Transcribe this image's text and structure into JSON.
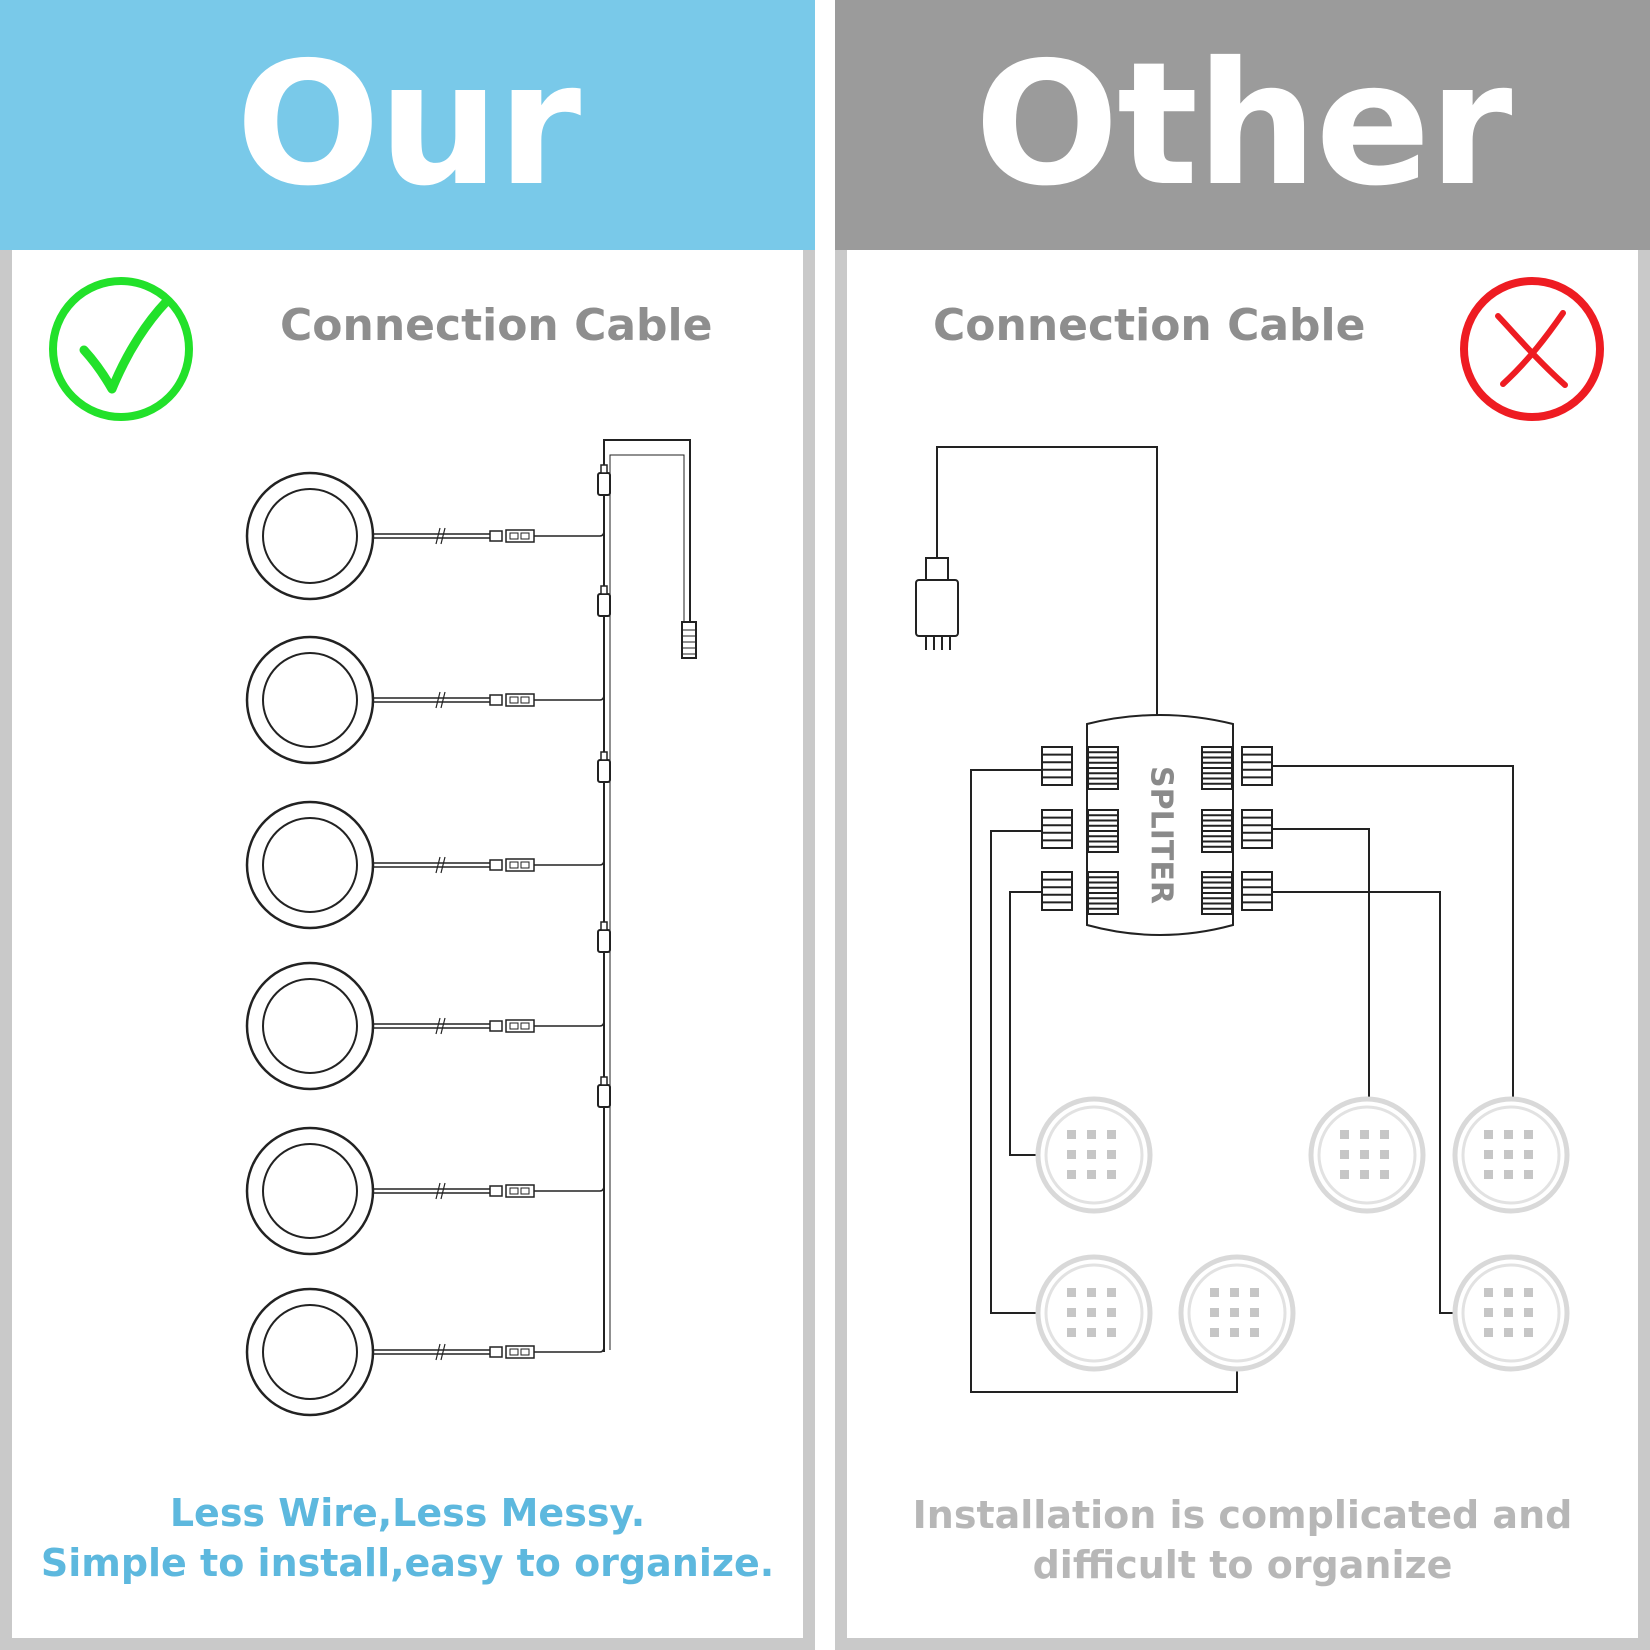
{
  "colors": {
    "our_banner": "#79c9e9",
    "other_banner": "#9b9b9b",
    "frame": "#c9c9c9",
    "check": "#22e12a",
    "cross": "#ee1c22",
    "our_caption": "#5db8de",
    "other_caption": "#b7b7b7",
    "subtitle": "#8e8e8e"
  },
  "our": {
    "title": "Our",
    "subtitle": "Connection Cable",
    "status_icon": "check-circle-icon",
    "caption_line1": "Less Wire,Less Messy.",
    "caption_line2": "Simple to install,easy to organize."
  },
  "other": {
    "title": "Other",
    "subtitle": "Connection Cable",
    "status_icon": "x-circle-icon",
    "splitter_label": "SPLITER",
    "caption_line1": "Installation is complicated and",
    "caption_line2": "difficult to organize"
  }
}
